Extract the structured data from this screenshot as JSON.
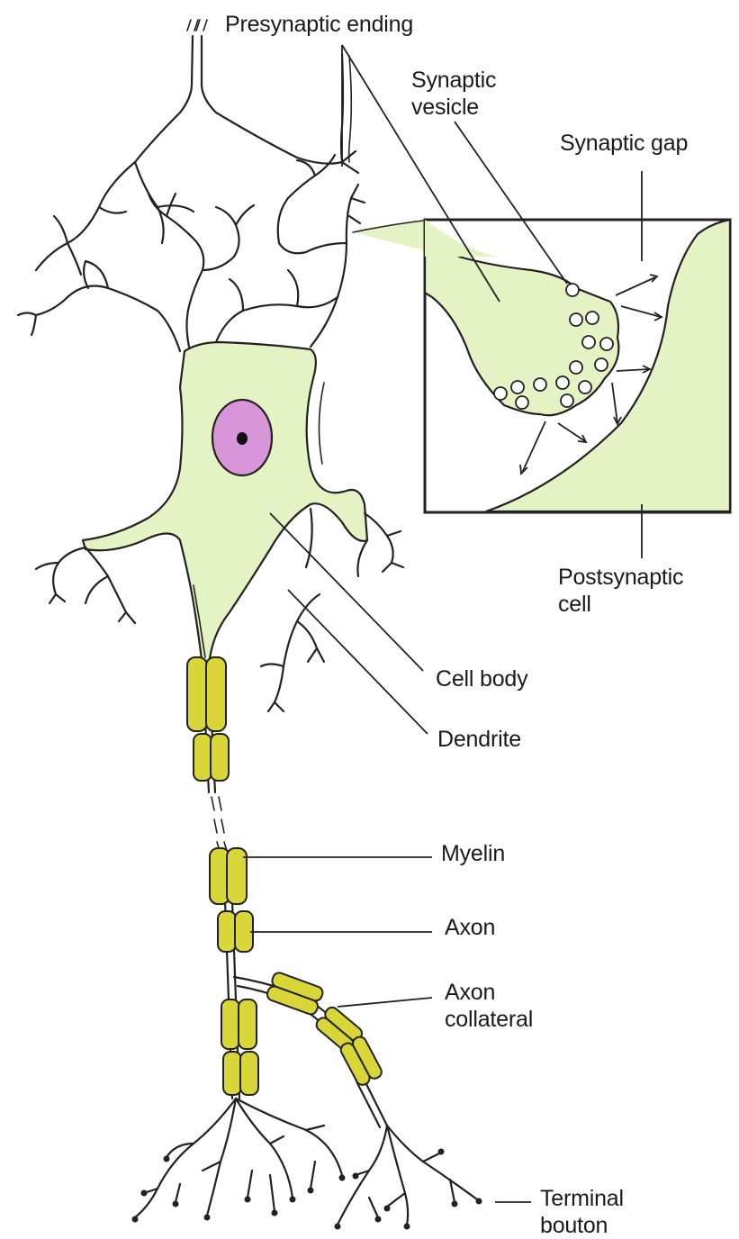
{
  "labels": {
    "presynaptic_ending": "Presynaptic ending",
    "synaptic_vesicle_line1": "Synaptic",
    "synaptic_vesicle_line2": "vesicle",
    "synaptic_gap": "Synaptic gap",
    "postsynaptic_cell_line1": "Postsynaptic",
    "postsynaptic_cell_line2": "cell",
    "cell_body": "Cell body",
    "dendrite": "Dendrite",
    "myelin": "Myelin",
    "axon": "Axon",
    "axon_collateral_line1": "Axon",
    "axon_collateral_line2": "collateral",
    "terminal_bouton_line1": "Terminal",
    "terminal_bouton_line2": "bouton"
  },
  "colors": {
    "cytoplasm": "#e4f2c4",
    "nucleus": "#d896d8",
    "nucleolus": "#111111",
    "myelin": "#d9d63a",
    "outline": "#222222",
    "background": "#ffffff"
  }
}
